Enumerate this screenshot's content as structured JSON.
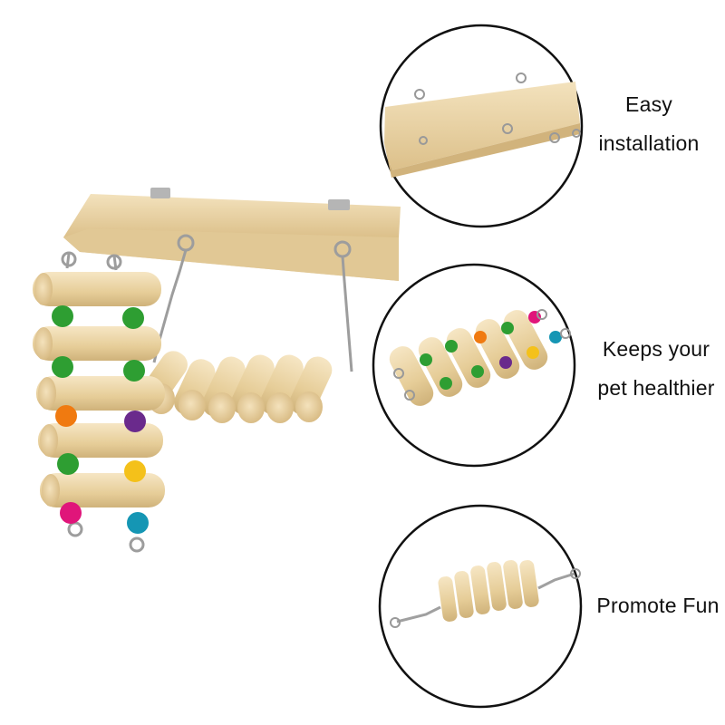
{
  "features": [
    {
      "line1": "Easy",
      "line2": "installation"
    },
    {
      "line1": "Keeps your",
      "line2": "pet healthier"
    },
    {
      "line1": "Promote Fun"
    }
  ],
  "colors": {
    "wood": "#ead3a3",
    "wood_edge": "#cfae72",
    "metal": "#a9a9a9",
    "circle": "#111111",
    "bead_green": "#2e9e32",
    "bead_orange": "#f07a10",
    "bead_purple": "#6a2a8c",
    "bead_yellow": "#f4c11a",
    "bead_pink": "#e0157a",
    "bead_cyan": "#1596b4"
  }
}
